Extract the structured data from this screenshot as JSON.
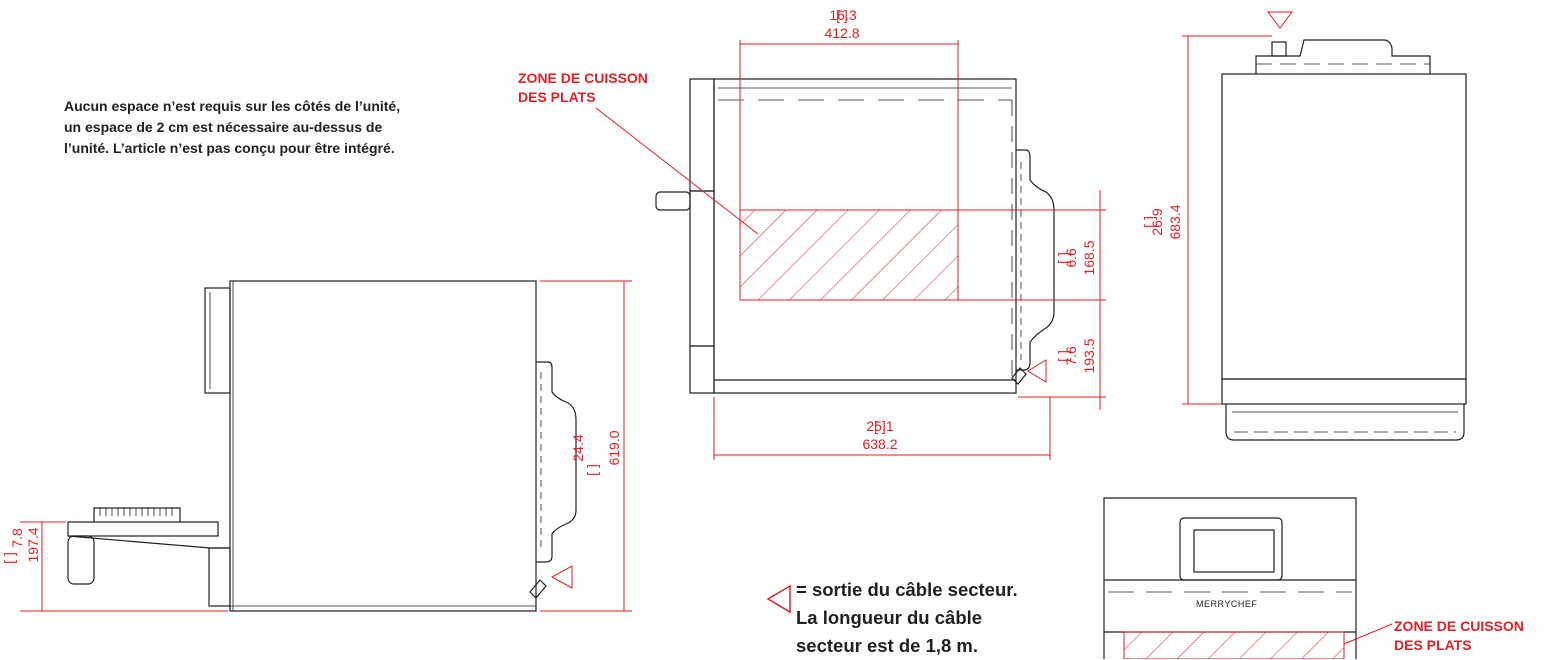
{
  "note": {
    "line1": "Aucun espace n’est requis sur les côtés de l’unité,",
    "line2": "un espace de 2 cm est nécessaire au-dessus de",
    "line3": "l’unité. L’article n’est pas conçu pour être intégré."
  },
  "cooking_zone_label_top": {
    "line1": "ZONE DE CUISSON",
    "line2": "DES PLATS"
  },
  "cooking_zone_label_front": {
    "line1": "ZONE DE CUISSON",
    "line2": "DES PLATS"
  },
  "cable_note": {
    "line1": "= sortie du câble secteur.",
    "line2": "La longueur du câble",
    "line3": "secteur est de 1,8 m."
  },
  "brand": "MERRYCHEF",
  "dimensions": {
    "width_in": "16.3",
    "width_mm": "412.8",
    "height_in": "24.4",
    "height_mm": "619.0",
    "handle_in": "7.8",
    "handle_mm": "197.4",
    "zone_in": "6.6",
    "zone_mm": "168.5",
    "zone_base_in": "7.6",
    "zone_base_mm": "193.5",
    "depth_in": "25.1",
    "depth_mm": "638.2",
    "overall_in": "26.9",
    "overall_mm": "683.4"
  },
  "colors": {
    "dimension": "#e31e24",
    "outline": "#231f20"
  }
}
